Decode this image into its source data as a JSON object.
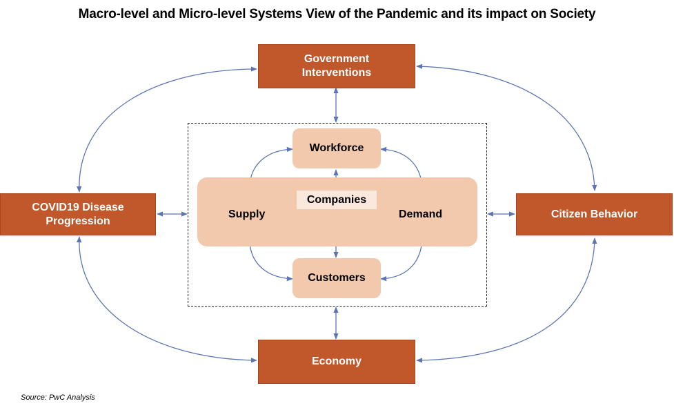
{
  "title": "Macro-level and Micro-level Systems View of the Pandemic and its impact on Society",
  "macro_nodes": {
    "government": "Government Interventions",
    "covid": "COVID19 Disease Progression",
    "citizen": "Citizen Behavior",
    "economy": "Economy"
  },
  "micro_nodes": {
    "workforce": "Workforce",
    "companies": "Companies",
    "supply": "Supply",
    "demand": "Demand",
    "customers": "Customers"
  },
  "source": "Source: PwC Analysis",
  "colors": {
    "macro_fill": "#c0582b",
    "micro_fill": "#f2c9ad",
    "arrow": "#5b74b3"
  }
}
